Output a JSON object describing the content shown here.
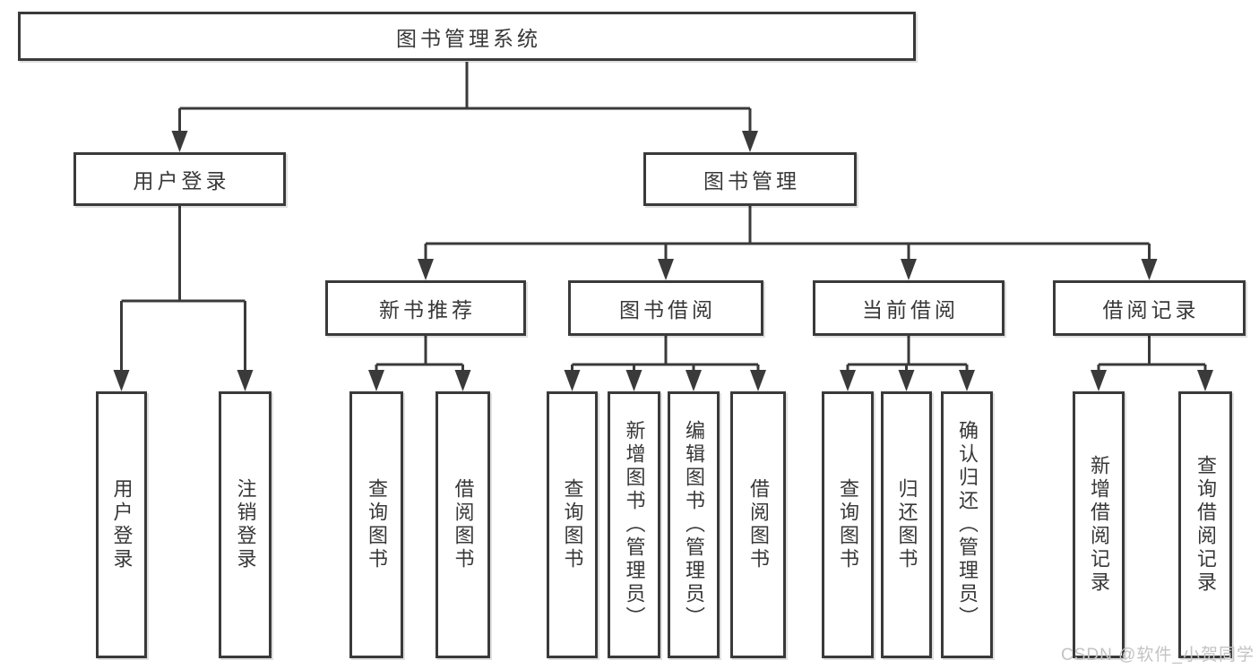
{
  "diagram": {
    "root": "图书管理系统",
    "branches": {
      "user_login": {
        "label": "用户登录",
        "children": {
          "login": "用户登录",
          "logout": "注销登录"
        }
      },
      "book_management": {
        "label": "图书管理",
        "sections": {
          "new_book_recommend": {
            "label": "新书推荐",
            "children": {
              "query_books": "查询图书",
              "borrow_books": "借阅图书"
            }
          },
          "book_borrowing": {
            "label": "图书借阅",
            "children": {
              "query_books": "查询图书",
              "add_books": "新增图书（管理员）",
              "edit_books": "编辑图书（管理员）",
              "borrow_books": "借阅图书"
            }
          },
          "current_borrowing": {
            "label": "当前借阅",
            "children": {
              "query_books": "查询图书",
              "return_books": "归还图书",
              "confirm_return": "确认归还（管理员）"
            }
          },
          "borrowing_records": {
            "label": "借阅记录",
            "children": {
              "add_record": "新增借阅记录",
              "query_record": "查询借阅记录"
            }
          }
        }
      }
    },
    "watermark": "CSDN @软件_小贺同学",
    "colors": {
      "line": "#3a3a3a",
      "text": "#383838",
      "box_background": "#ffffff",
      "watermark": "#c3c3c3"
    }
  }
}
